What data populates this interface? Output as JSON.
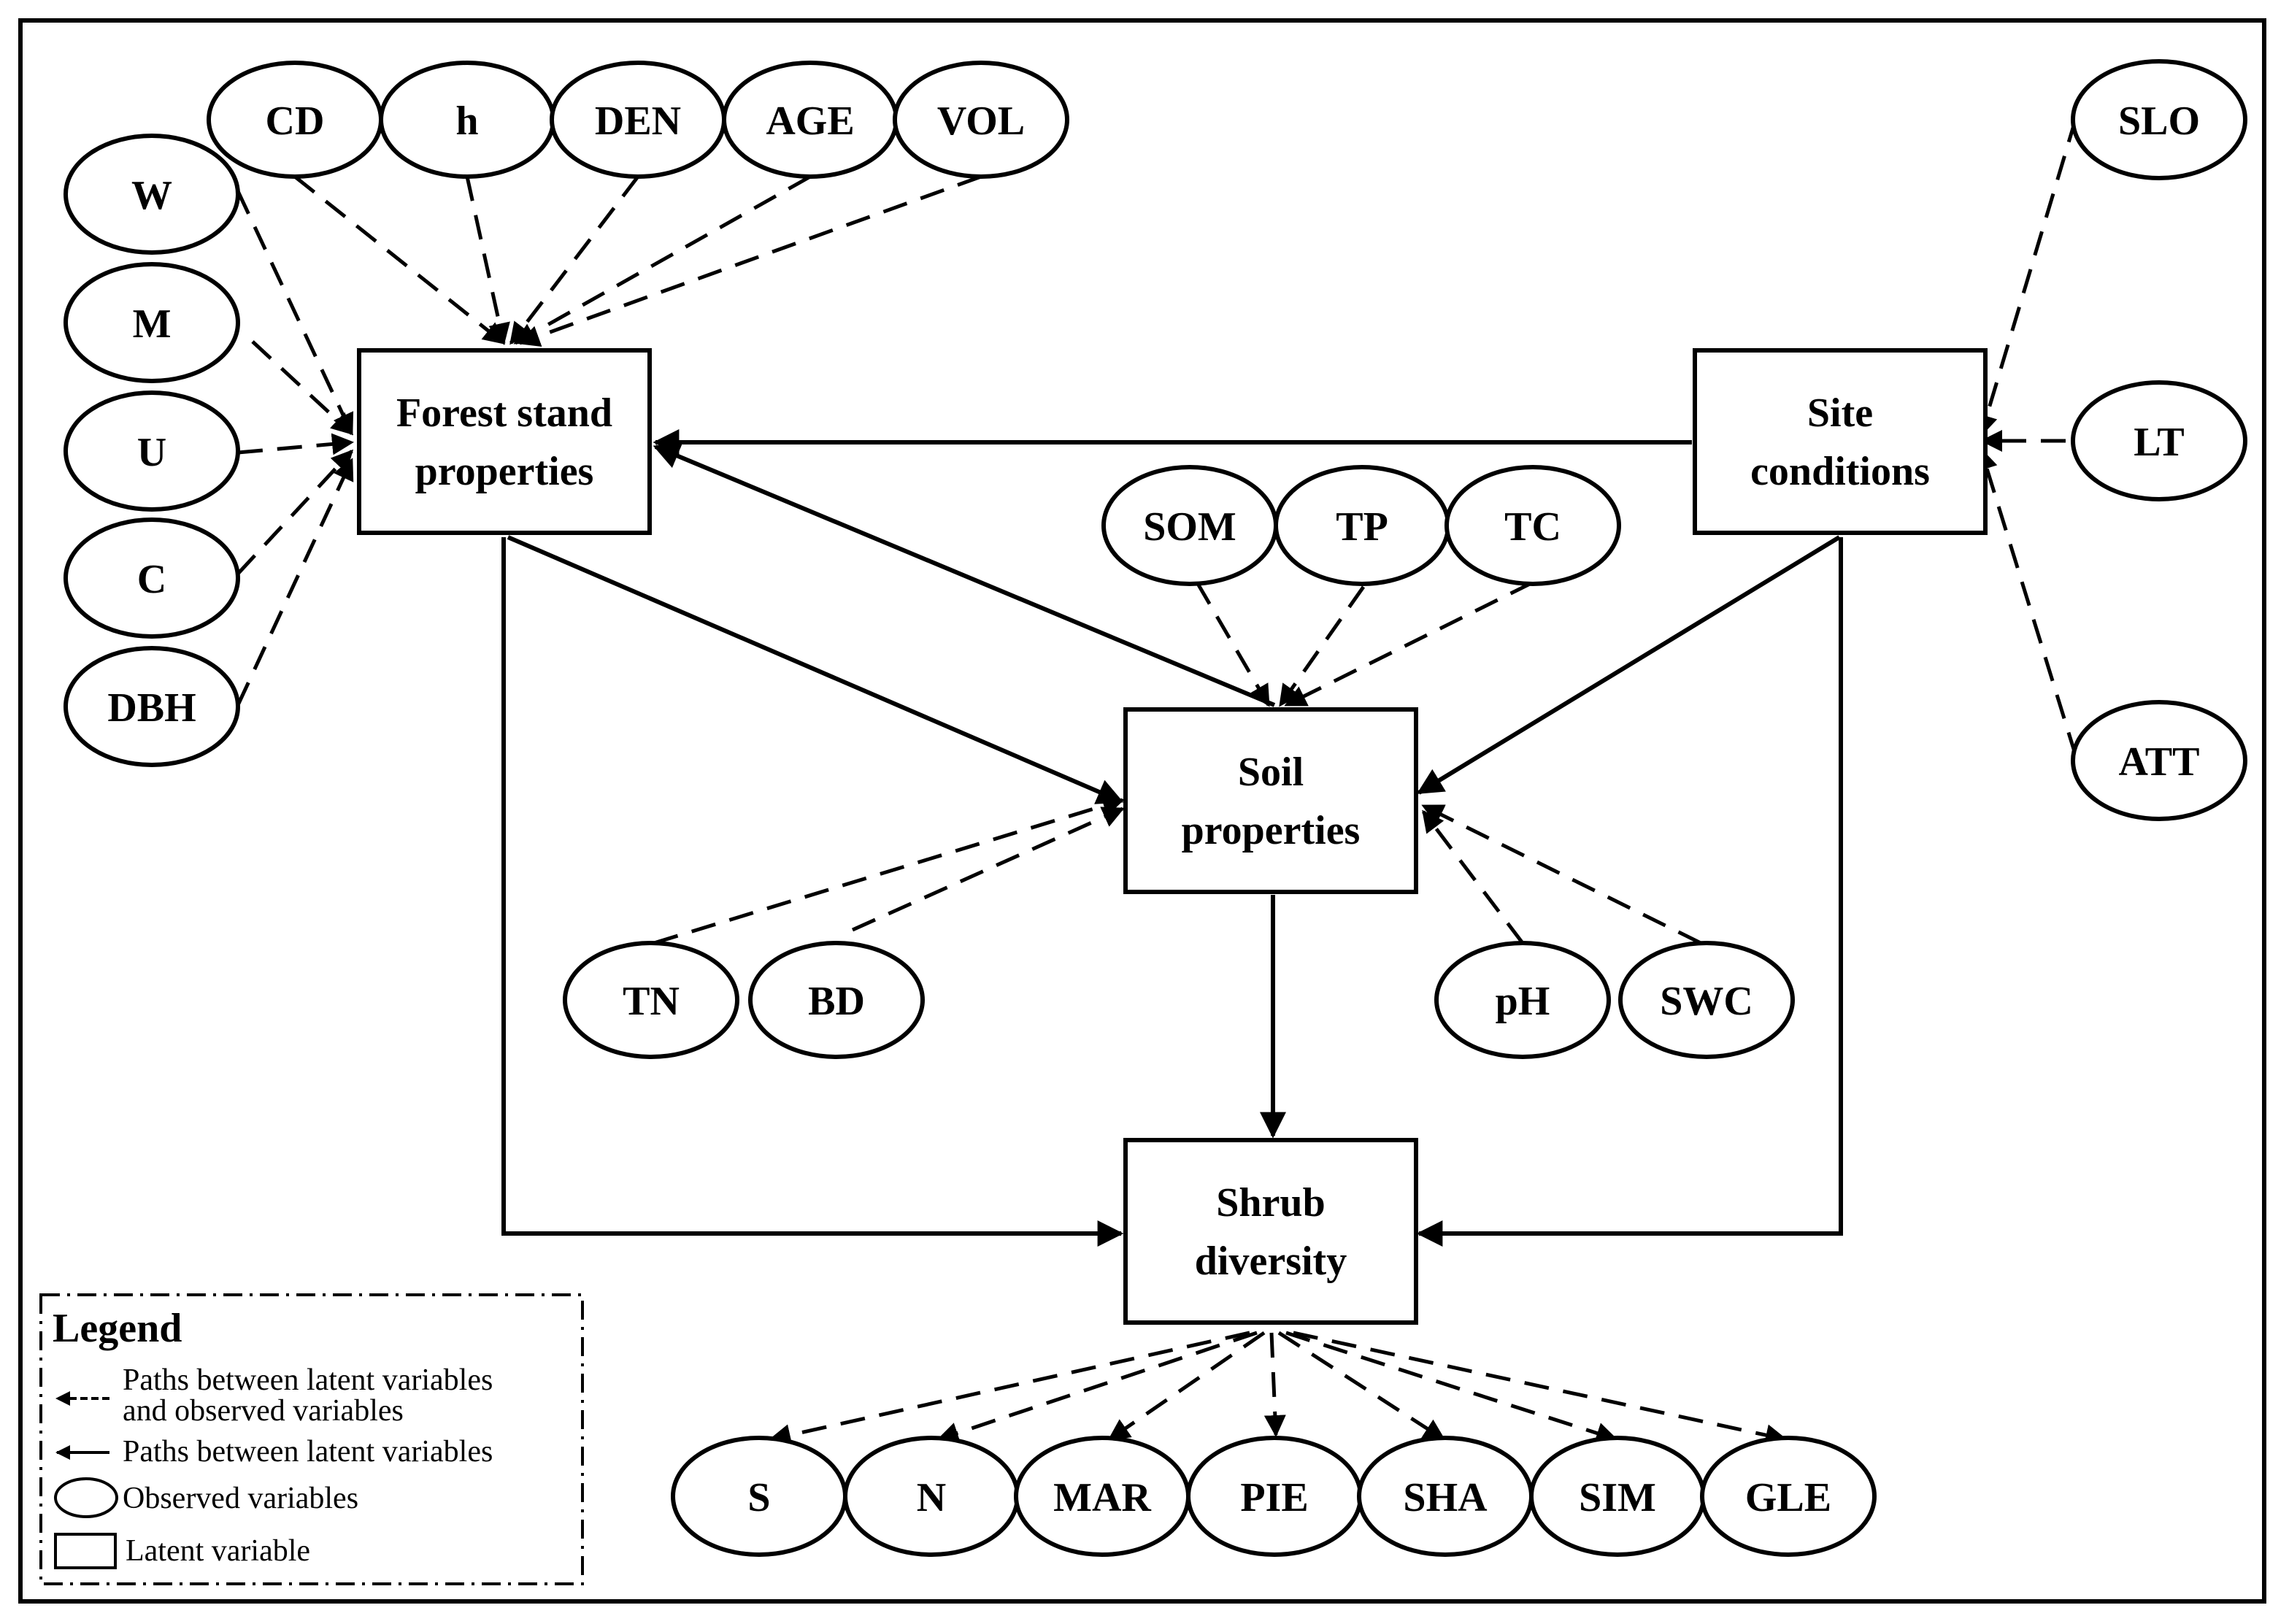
{
  "observed": {
    "cd": "CD",
    "h": "h",
    "den": "DEN",
    "age": "AGE",
    "vol": "VOL",
    "w": "W",
    "m": "M",
    "u": "U",
    "c": "C",
    "dbh": "DBH",
    "slo": "SLO",
    "lt": "LT",
    "att": "ATT",
    "som": "SOM",
    "tp": "TP",
    "tc": "TC",
    "tn": "TN",
    "bd": "BD",
    "ph": "pH",
    "swc": "SWC",
    "s": "S",
    "n": "N",
    "mar": "MAR",
    "pie": "PIE",
    "sha": "SHA",
    "sim": "SIM",
    "gle": "GLE"
  },
  "latent": {
    "forest": [
      "Forest stand",
      "properties"
    ],
    "site": [
      "Site",
      "conditions"
    ],
    "soil": [
      "Soil",
      "properties"
    ],
    "shrub": [
      "Shrub",
      "diversity"
    ]
  },
  "legend": {
    "title": "Legend",
    "path_obs_1": "Paths between latent variables",
    "path_obs_2": "and observed variables",
    "path_latent": "Paths between latent variables",
    "observed": "Observed variables",
    "latent": "Latent variable"
  }
}
